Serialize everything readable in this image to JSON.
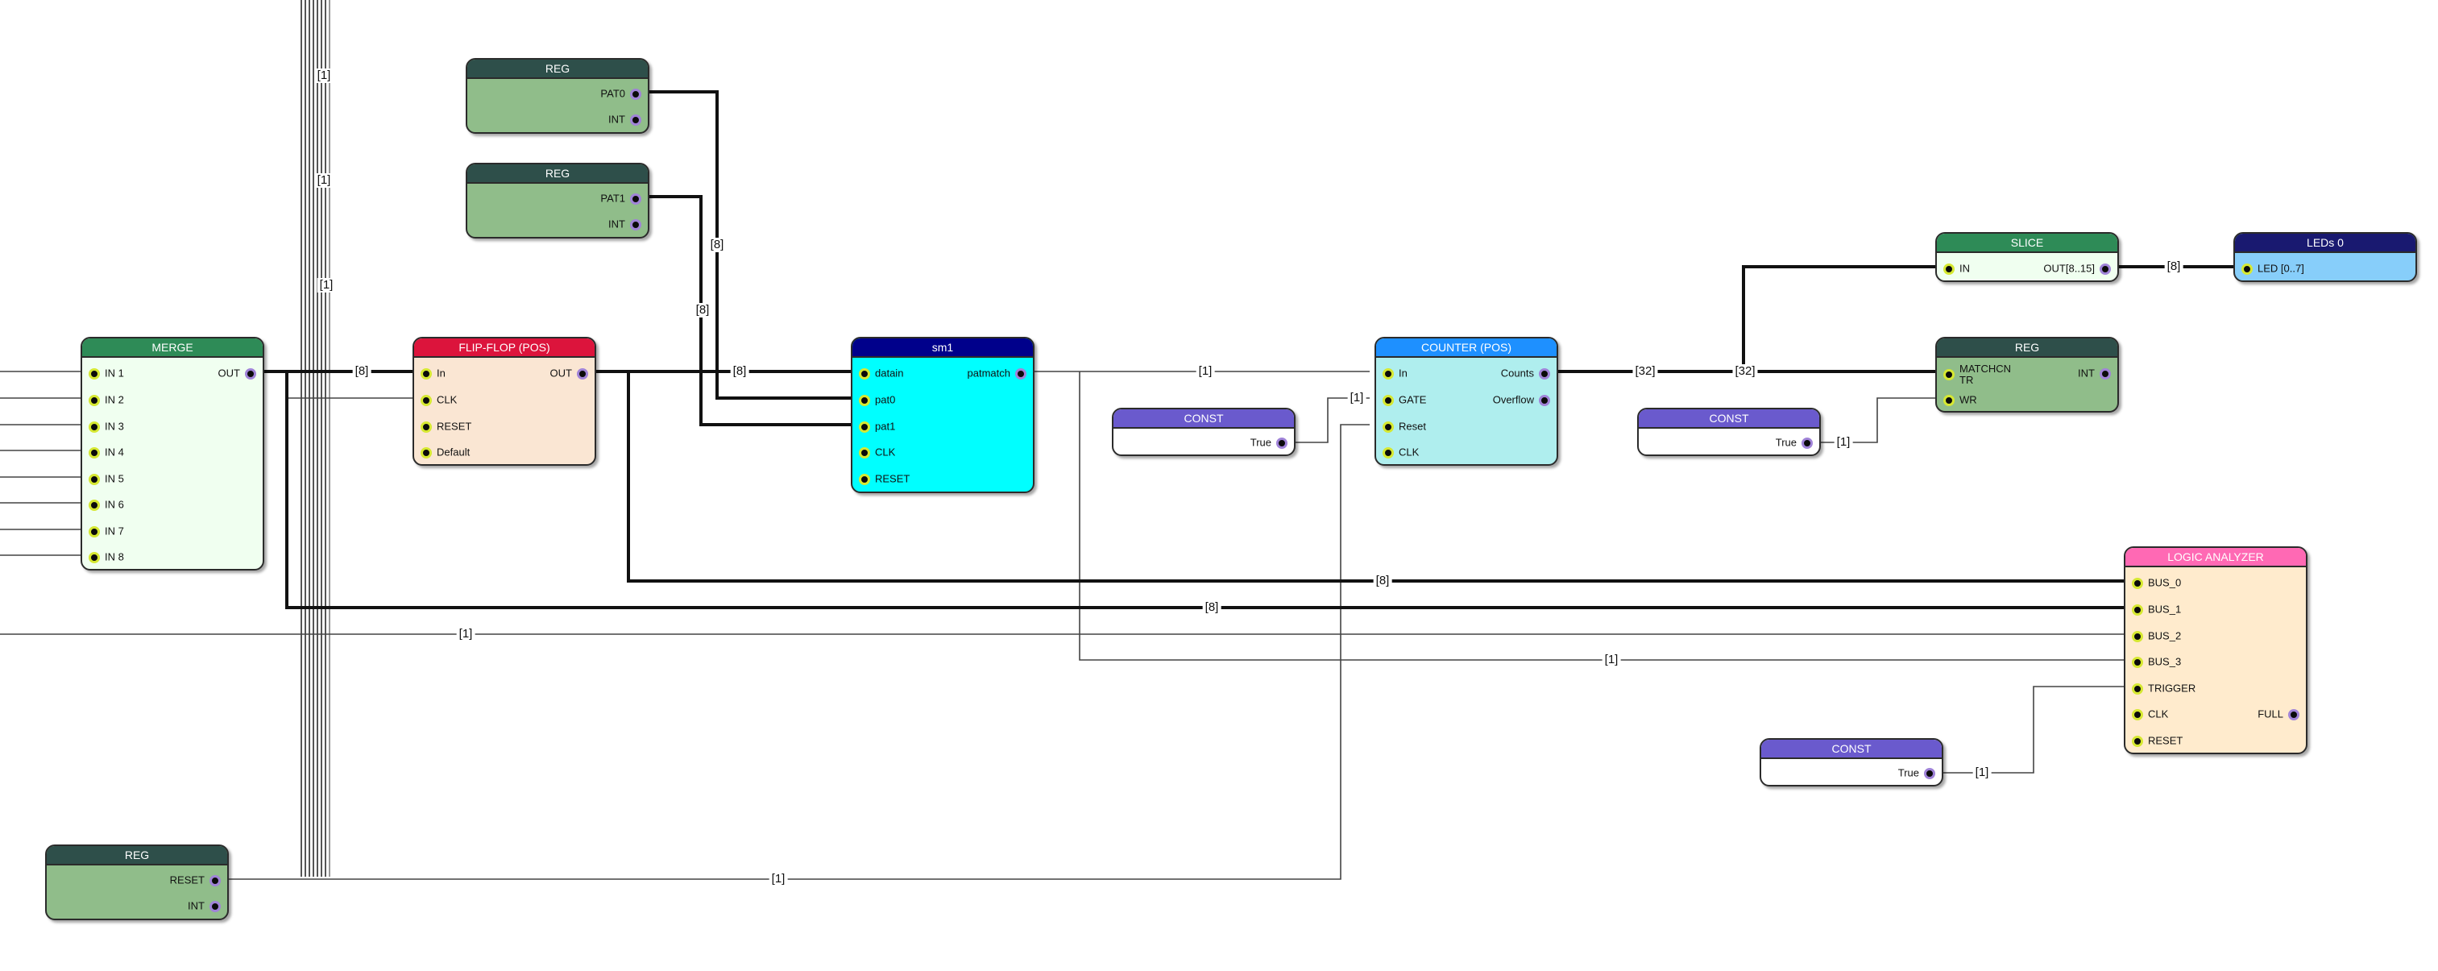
{
  "colors": {
    "reg": "#2e4f4a",
    "reg_body": "#90bd8a",
    "merge": "#2e8b57",
    "merge_body": "#f0fff0",
    "flipflop": "#dc143c",
    "flipflop_body": "#fae6d3",
    "sm": "#00008b",
    "sm_body": "#00ffff",
    "counter": "#1e90ff",
    "counter_body": "#afeeee",
    "const": "#6a5acd",
    "const_body": "#ffffff",
    "slice": "#2e8b57",
    "slice_body": "#f0fff0",
    "leds": "#191970",
    "leds_body": "#87cefa",
    "analyzer": "#ff69b4",
    "analyzer_body": "#ffebcd",
    "in_pin_ring": "#d6e832",
    "out_pin_ring": "#a083d8"
  },
  "blocks": {
    "reg_pat0": {
      "title": "REG",
      "outputs": [
        "PAT0",
        "INT"
      ]
    },
    "reg_pat1": {
      "title": "REG",
      "outputs": [
        "PAT1",
        "INT"
      ]
    },
    "merge": {
      "title": "MERGE",
      "inputs": [
        "IN 1",
        "IN 2",
        "IN 3",
        "IN 4",
        "IN 5",
        "IN 6",
        "IN 7",
        "IN 8"
      ],
      "outputs": [
        "OUT"
      ]
    },
    "flipflop": {
      "title": "FLIP-FLOP (POS)",
      "inputs": [
        "In",
        "CLK",
        "RESET",
        "Default"
      ],
      "outputs": [
        "OUT"
      ]
    },
    "sm1": {
      "title": "sm1",
      "inputs": [
        "datain",
        "pat0",
        "pat1",
        "CLK",
        "RESET"
      ],
      "outputs": [
        "patmatch"
      ]
    },
    "const1": {
      "title": "CONST",
      "outputs": [
        "True"
      ]
    },
    "counter": {
      "title": "COUNTER (POS)",
      "inputs": [
        "In",
        "GATE",
        "Reset",
        "CLK"
      ],
      "outputs": [
        "Counts",
        "Overflow"
      ]
    },
    "const2": {
      "title": "CONST",
      "outputs": [
        "True"
      ]
    },
    "slice": {
      "title": "SLICE",
      "inputs": [
        "IN"
      ],
      "outputs": [
        "OUT[8..15]"
      ]
    },
    "leds": {
      "title": "LEDs 0",
      "inputs": [
        "LED [0..7]"
      ]
    },
    "reg_match": {
      "title": "REG",
      "inputs": [
        "MATCHCN\nTR",
        "WR"
      ],
      "outputs": [
        "INT"
      ]
    },
    "analyzer": {
      "title": "LOGIC ANALYZER",
      "inputs": [
        "BUS_0",
        "BUS_1",
        "BUS_2",
        "BUS_3",
        "TRIGGER",
        "CLK",
        "RESET"
      ],
      "outputs": [
        "FULL"
      ]
    },
    "const3": {
      "title": "CONST",
      "outputs": [
        "True"
      ]
    },
    "reg_reset": {
      "title": "REG",
      "outputs": [
        "RESET",
        "INT"
      ]
    }
  },
  "wire_labels": [
    "[1]",
    "[1]",
    "[1]",
    "[8]",
    "[8]",
    "[8]",
    "[8]",
    "[1]",
    "[1]",
    "[32]",
    "[32]",
    "[8]",
    "[1]",
    "[8]",
    "[8]",
    "[1]",
    "[1]",
    "[1]",
    "[1]"
  ]
}
